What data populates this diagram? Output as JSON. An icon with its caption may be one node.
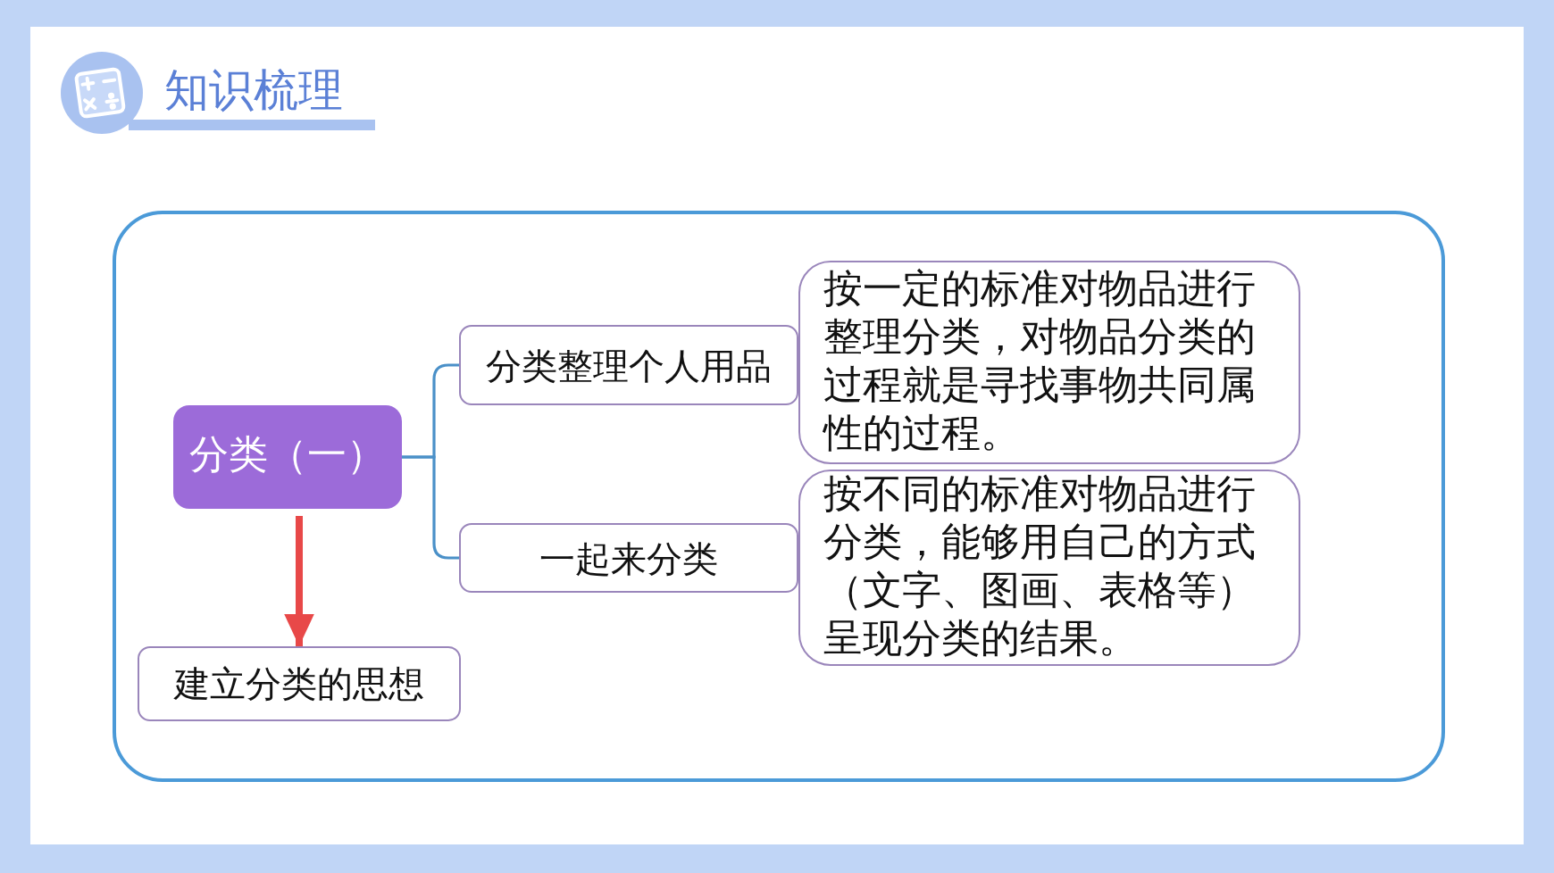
{
  "diagram": {
    "title": "知识梳理",
    "nodes": [
      {
        "text": [
          "分类（一）"
        ]
      },
      {
        "text": [
          "分类整理个人用品"
        ]
      },
      {
        "text": [
          "按一定的标准对物品进行整理分类，对物品分类的过程就是寻找事物共同属性的过程。"
        ]
      },
      {
        "text": [
          "一起来分类"
        ]
      },
      {
        "text": [
          "按不同的标准对物品进行分类，能够用自己的方式（文字、图画、表格等）呈现分类的结果。"
        ]
      },
      {
        "text": [
          "建立分类的思想"
        ]
      }
    ],
    "edges": [
      {
        "from": 0,
        "to": 1,
        "arrow": "none"
      },
      {
        "from": 0,
        "to": 3,
        "arrow": "none"
      },
      {
        "from": 0,
        "to": 5,
        "arrow": "to",
        "style": "thick",
        "color": "#e84848"
      }
    ]
  }
}
